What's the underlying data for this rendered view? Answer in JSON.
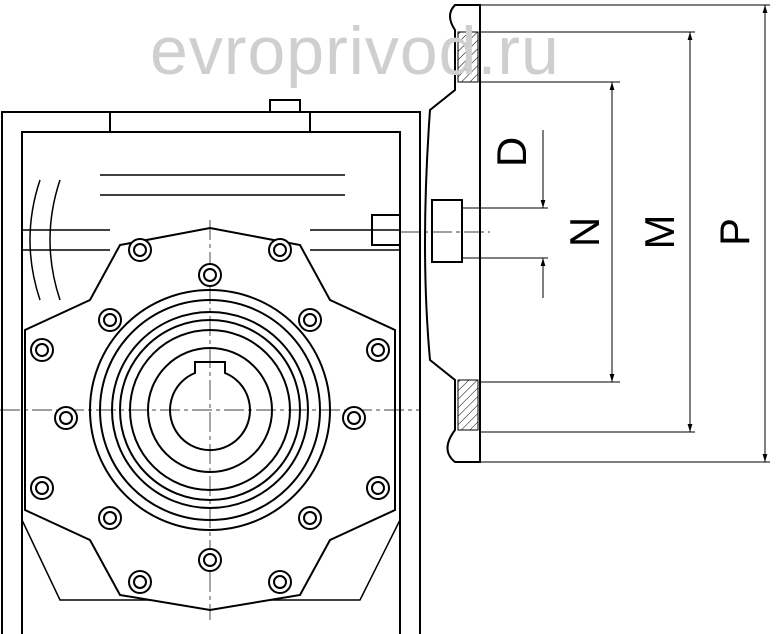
{
  "watermark": "evroprivod.ru",
  "dimensions": {
    "d": "D",
    "n": "N",
    "m": "M",
    "p": "P"
  },
  "colors": {
    "line": "#000000",
    "watermark": "#cfcfcf"
  }
}
